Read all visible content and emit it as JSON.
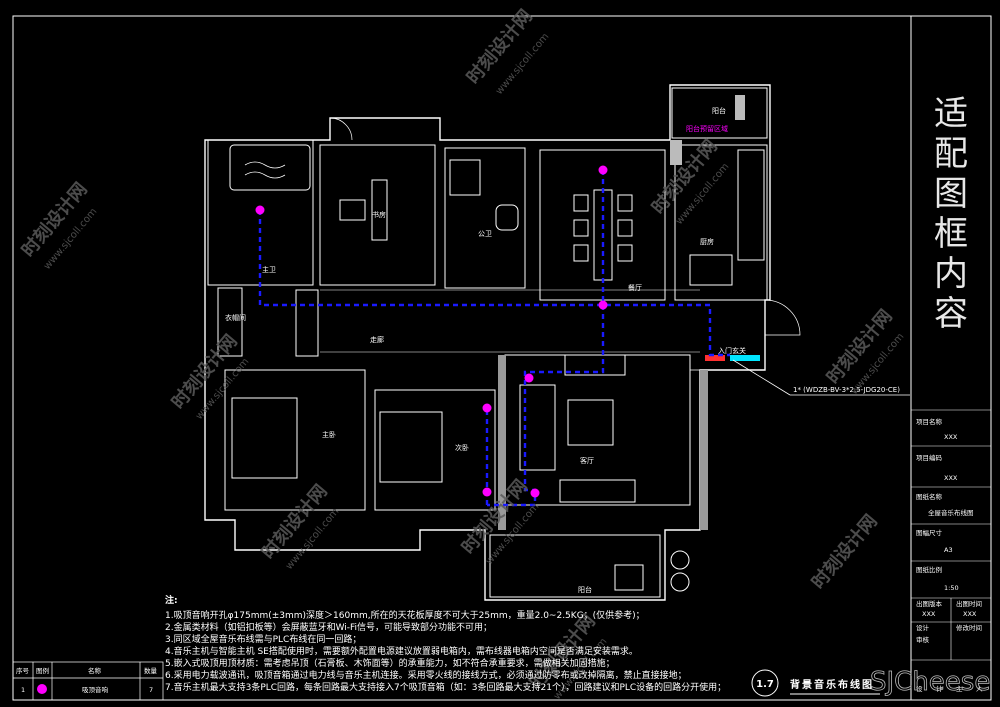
{
  "title_block": {
    "big_title": [
      "适",
      "配",
      "图",
      "框",
      "内",
      "容"
    ],
    "fields": [
      {
        "label": "项目名称",
        "value": "XXX"
      },
      {
        "label": "项目编码",
        "value": "XXX"
      },
      {
        "label": "图纸名称",
        "value": "全屋音乐布线图"
      },
      {
        "label": "图幅尺寸",
        "value": "A3"
      },
      {
        "label": "图纸比例",
        "value": "1:50"
      }
    ],
    "version_labels": [
      "出图版本",
      "出图时间"
    ],
    "version_values": [
      "XXX",
      "XXX"
    ],
    "design_labels": [
      "设计",
      "审核",
      "修改时间"
    ],
    "footer": [
      "设",
      "计",
      "主",
      "人"
    ]
  },
  "watermark": {
    "text": "时刻设计网",
    "url": "www.sjcoll.com",
    "brand": "SJCheese"
  },
  "rooms": {
    "master_bath": "主卫",
    "study": "书房",
    "guest_bath": "公卫",
    "dining": "餐厅",
    "balcony_top": "阳台",
    "reserve": "阳台预留区域",
    "kitchen": "厨房",
    "wardrobe": "衣帽间",
    "corridor": "走廊",
    "entry": "入门玄关",
    "master_bed": "主卧",
    "second_bed": "次卧",
    "living": "客厅",
    "balcony_bottom": "阳台"
  },
  "cable_label": "1* (WDZB-BV-3*2.5-JDG20-CE)",
  "notes_heading": "注:",
  "notes": [
    "1.吸顶音响开孔φ175mm(±3mm)深度＞160mm,所在的天花板厚度不可大于25mm，重量2.0~2.5KG；(仅供参考)；",
    "2.金属类材料（如铝扣板等）会屏蔽蓝牙和Wi-Fi信号，可能导致部分功能不可用；",
    "3.同区域全屋音乐布线需与PLC布线在同一回路；",
    "4.音乐主机与智能主机 SE搭配使用时，需要额外配置电源建议放置弱电箱内，需布线器电箱内空间是否满足安装需求。",
    "5.嵌入式吸顶用顶材质：需考虑吊顶（石膏板、木饰面等）的承重能力，如不符合承重要求，需做相关加固措施；",
    "6.采用电力载波通讯，吸顶音箱通过电力线与音乐主机连接。采用零火线的接线方式，必须通过防零布或改掉隔离，禁止直接接地；",
    "7.音乐主机最大支持3条PLC回路，每条回路最大支持接入7个吸顶音箱（如：3条回路最大支持21个），回路建议和PLC设备的回路分开使用；"
  ],
  "legend": {
    "headers": [
      "序号",
      "图例",
      "名称",
      "数量"
    ],
    "rows": [
      {
        "no": "1",
        "name": "吸顶音响",
        "qty": "7"
      }
    ]
  },
  "drawing": {
    "index": "1.7",
    "name": "背景音乐布线图"
  },
  "colors": {
    "wire": "#1a1aff",
    "speaker": "#ff00ff",
    "lines": "#ffffff",
    "accent": "#ff3030",
    "cyan": "#00e5ff"
  }
}
